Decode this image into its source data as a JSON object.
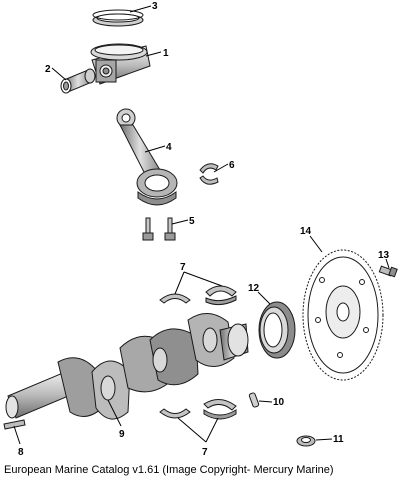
{
  "callouts": [
    {
      "id": "1",
      "label": "1"
    },
    {
      "id": "2",
      "label": "2"
    },
    {
      "id": "3",
      "label": "3"
    },
    {
      "id": "4",
      "label": "4"
    },
    {
      "id": "5",
      "label": "5"
    },
    {
      "id": "6",
      "label": "6"
    },
    {
      "id": "7a",
      "label": "7"
    },
    {
      "id": "7b",
      "label": "7"
    },
    {
      "id": "8",
      "label": "8"
    },
    {
      "id": "9",
      "label": "9"
    },
    {
      "id": "10",
      "label": "10"
    },
    {
      "id": "11",
      "label": "11"
    },
    {
      "id": "12",
      "label": "12"
    },
    {
      "id": "13",
      "label": "13"
    },
    {
      "id": "14",
      "label": "14"
    }
  ],
  "caption": "European Marine Catalog v1.61 (Image Copyright- Mercury Marine)",
  "colors": {
    "line": "#1a1a1a",
    "shade_dark": "#7a7a7a",
    "shade_mid": "#b8b8b8",
    "shade_light": "#e6e6e6"
  }
}
